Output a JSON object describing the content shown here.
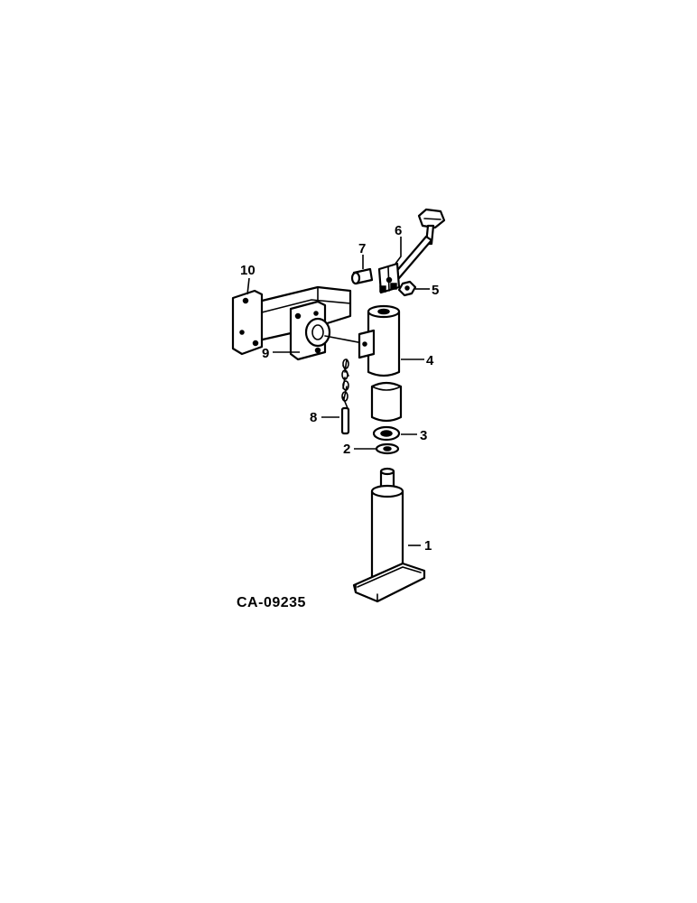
{
  "diagram": {
    "callouts": [
      "1",
      "2",
      "3",
      "4",
      "5",
      "6",
      "7",
      "8",
      "9",
      "10"
    ],
    "code": "CA-09235"
  }
}
